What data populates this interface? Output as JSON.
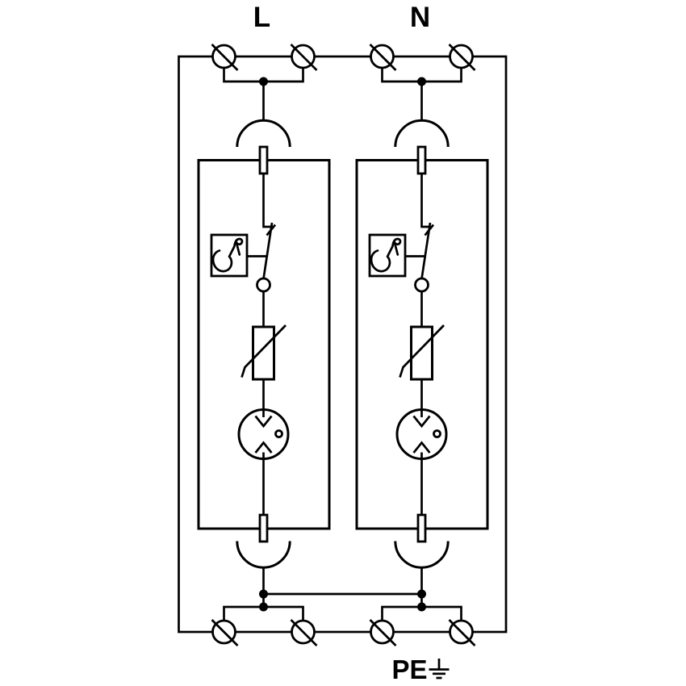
{
  "colors": {
    "background": "#ffffff",
    "ink": "#000000"
  },
  "labels": {
    "line": "L",
    "neutral": "N",
    "protective_earth": "PE"
  },
  "branches": [
    {
      "id": "line-branch",
      "terminal_label": "L"
    },
    {
      "id": "neutral-branch",
      "terminal_label": "N"
    }
  ],
  "component_glossary": {
    "screw-terminal-icon": "circle with diagonal slash",
    "junction-dot": "filled connection dot",
    "plug-in-contact-icon": "semicircular arc",
    "fuse-link-icon": "narrow rectangle across module edge",
    "thermal-disconnector-icon": "boxed release hook",
    "disconnect-switch-icon": "angled blade with pivot circle",
    "varistor-icon": "rectangle with bent diagonal line",
    "gas-discharge-tube-icon": "circle with opposing arrows and gas dot",
    "earth-icon": "three-bar ground symbol"
  }
}
